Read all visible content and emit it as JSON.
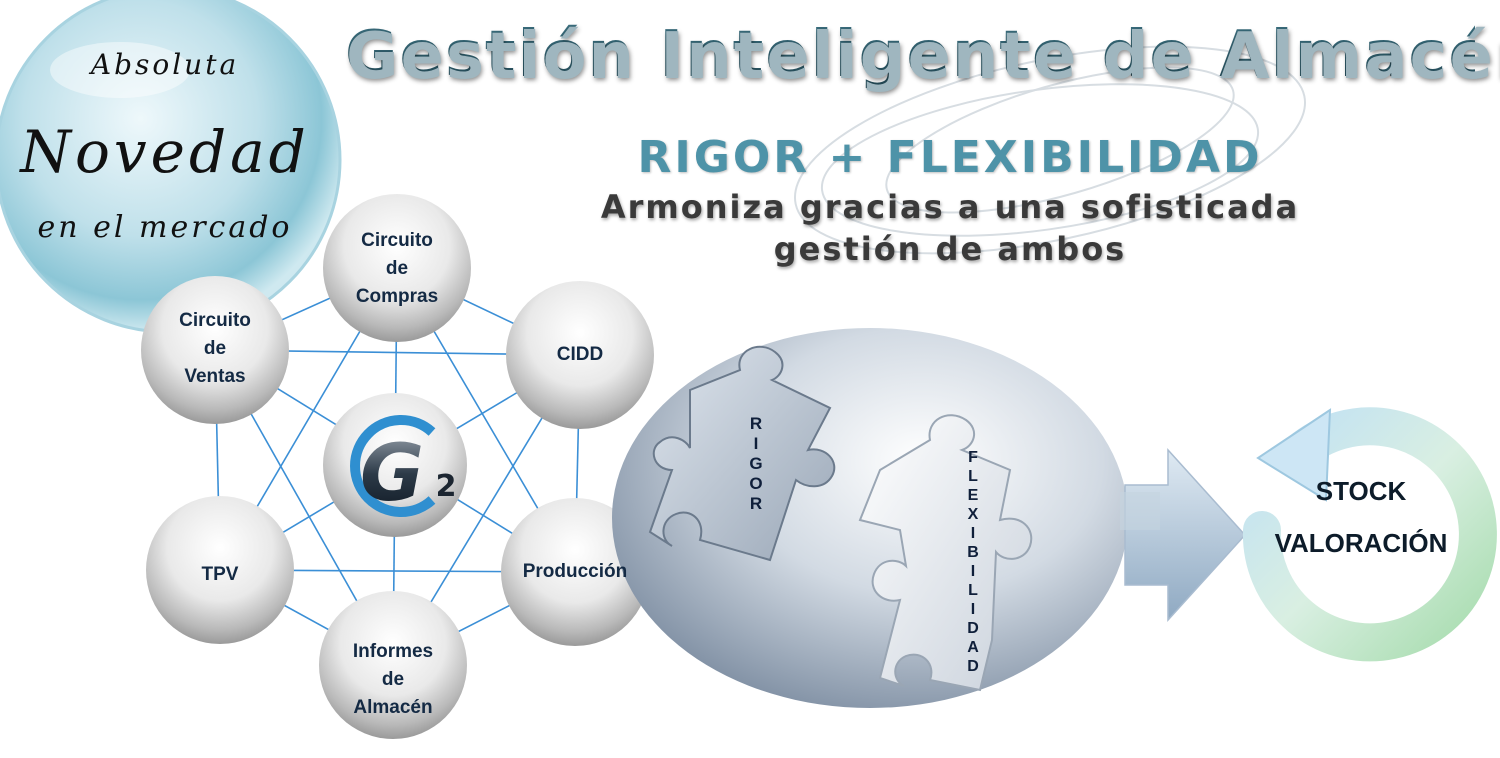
{
  "header": {
    "title": "Gestión Inteligente de Almacén",
    "subtitle": "RIGOR + FLEXIBILIDAD",
    "tagline_line1": "Armoniza gracias a una sofisticada",
    "tagline_line2": "gestión de ambos"
  },
  "bubble": {
    "line1": "Absoluta",
    "line2": "Novedad",
    "line3": "en el mercado"
  },
  "network": {
    "center_logo": "G2",
    "nodes": [
      {
        "id": "compras",
        "lines": [
          "Circuito",
          "de",
          "Compras"
        ]
      },
      {
        "id": "cidd",
        "lines": [
          "CIDD"
        ]
      },
      {
        "id": "produccion",
        "lines": [
          "Producción"
        ]
      },
      {
        "id": "informes",
        "lines": [
          "Informes",
          "de",
          "Almacén"
        ]
      },
      {
        "id": "tpv",
        "lines": [
          "TPV"
        ]
      },
      {
        "id": "ventas",
        "lines": [
          "Circuito",
          "de",
          "Ventas"
        ]
      }
    ]
  },
  "puzzle": {
    "piece1": "RIGOR",
    "piece2": "FLEXIBILIDAD"
  },
  "result": {
    "line1": "STOCK",
    "line2": "VALORACIÓN"
  },
  "colors": {
    "title": "#2f5a68",
    "subtitle": "#4e93a8",
    "connector": "#3b8fd6",
    "node_text": "#142a44"
  }
}
